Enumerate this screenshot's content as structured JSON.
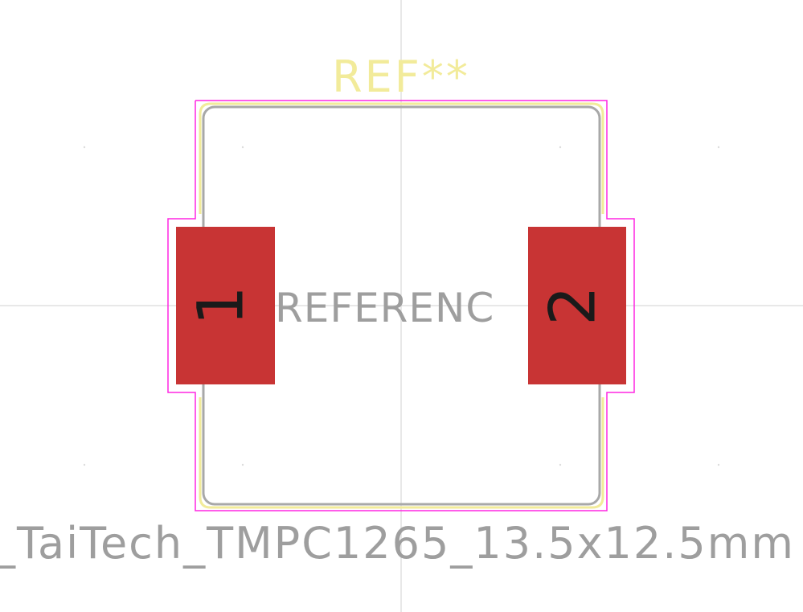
{
  "footprint": {
    "reference_label": "REF**",
    "fab_reference_label": "REFERENC",
    "value_label": "_TaiTech_TMPC1265_13.5x12.5mm",
    "pads": [
      {
        "number": "1"
      },
      {
        "number": "2"
      }
    ]
  },
  "layer_colors": {
    "silkscreen": "#f2eb9a",
    "courtyard": "#ff26e2",
    "fabrication": "#a8a8a8",
    "pad": "#c83434",
    "crosshair": "#d9d9d9",
    "background": "#ffffff"
  }
}
